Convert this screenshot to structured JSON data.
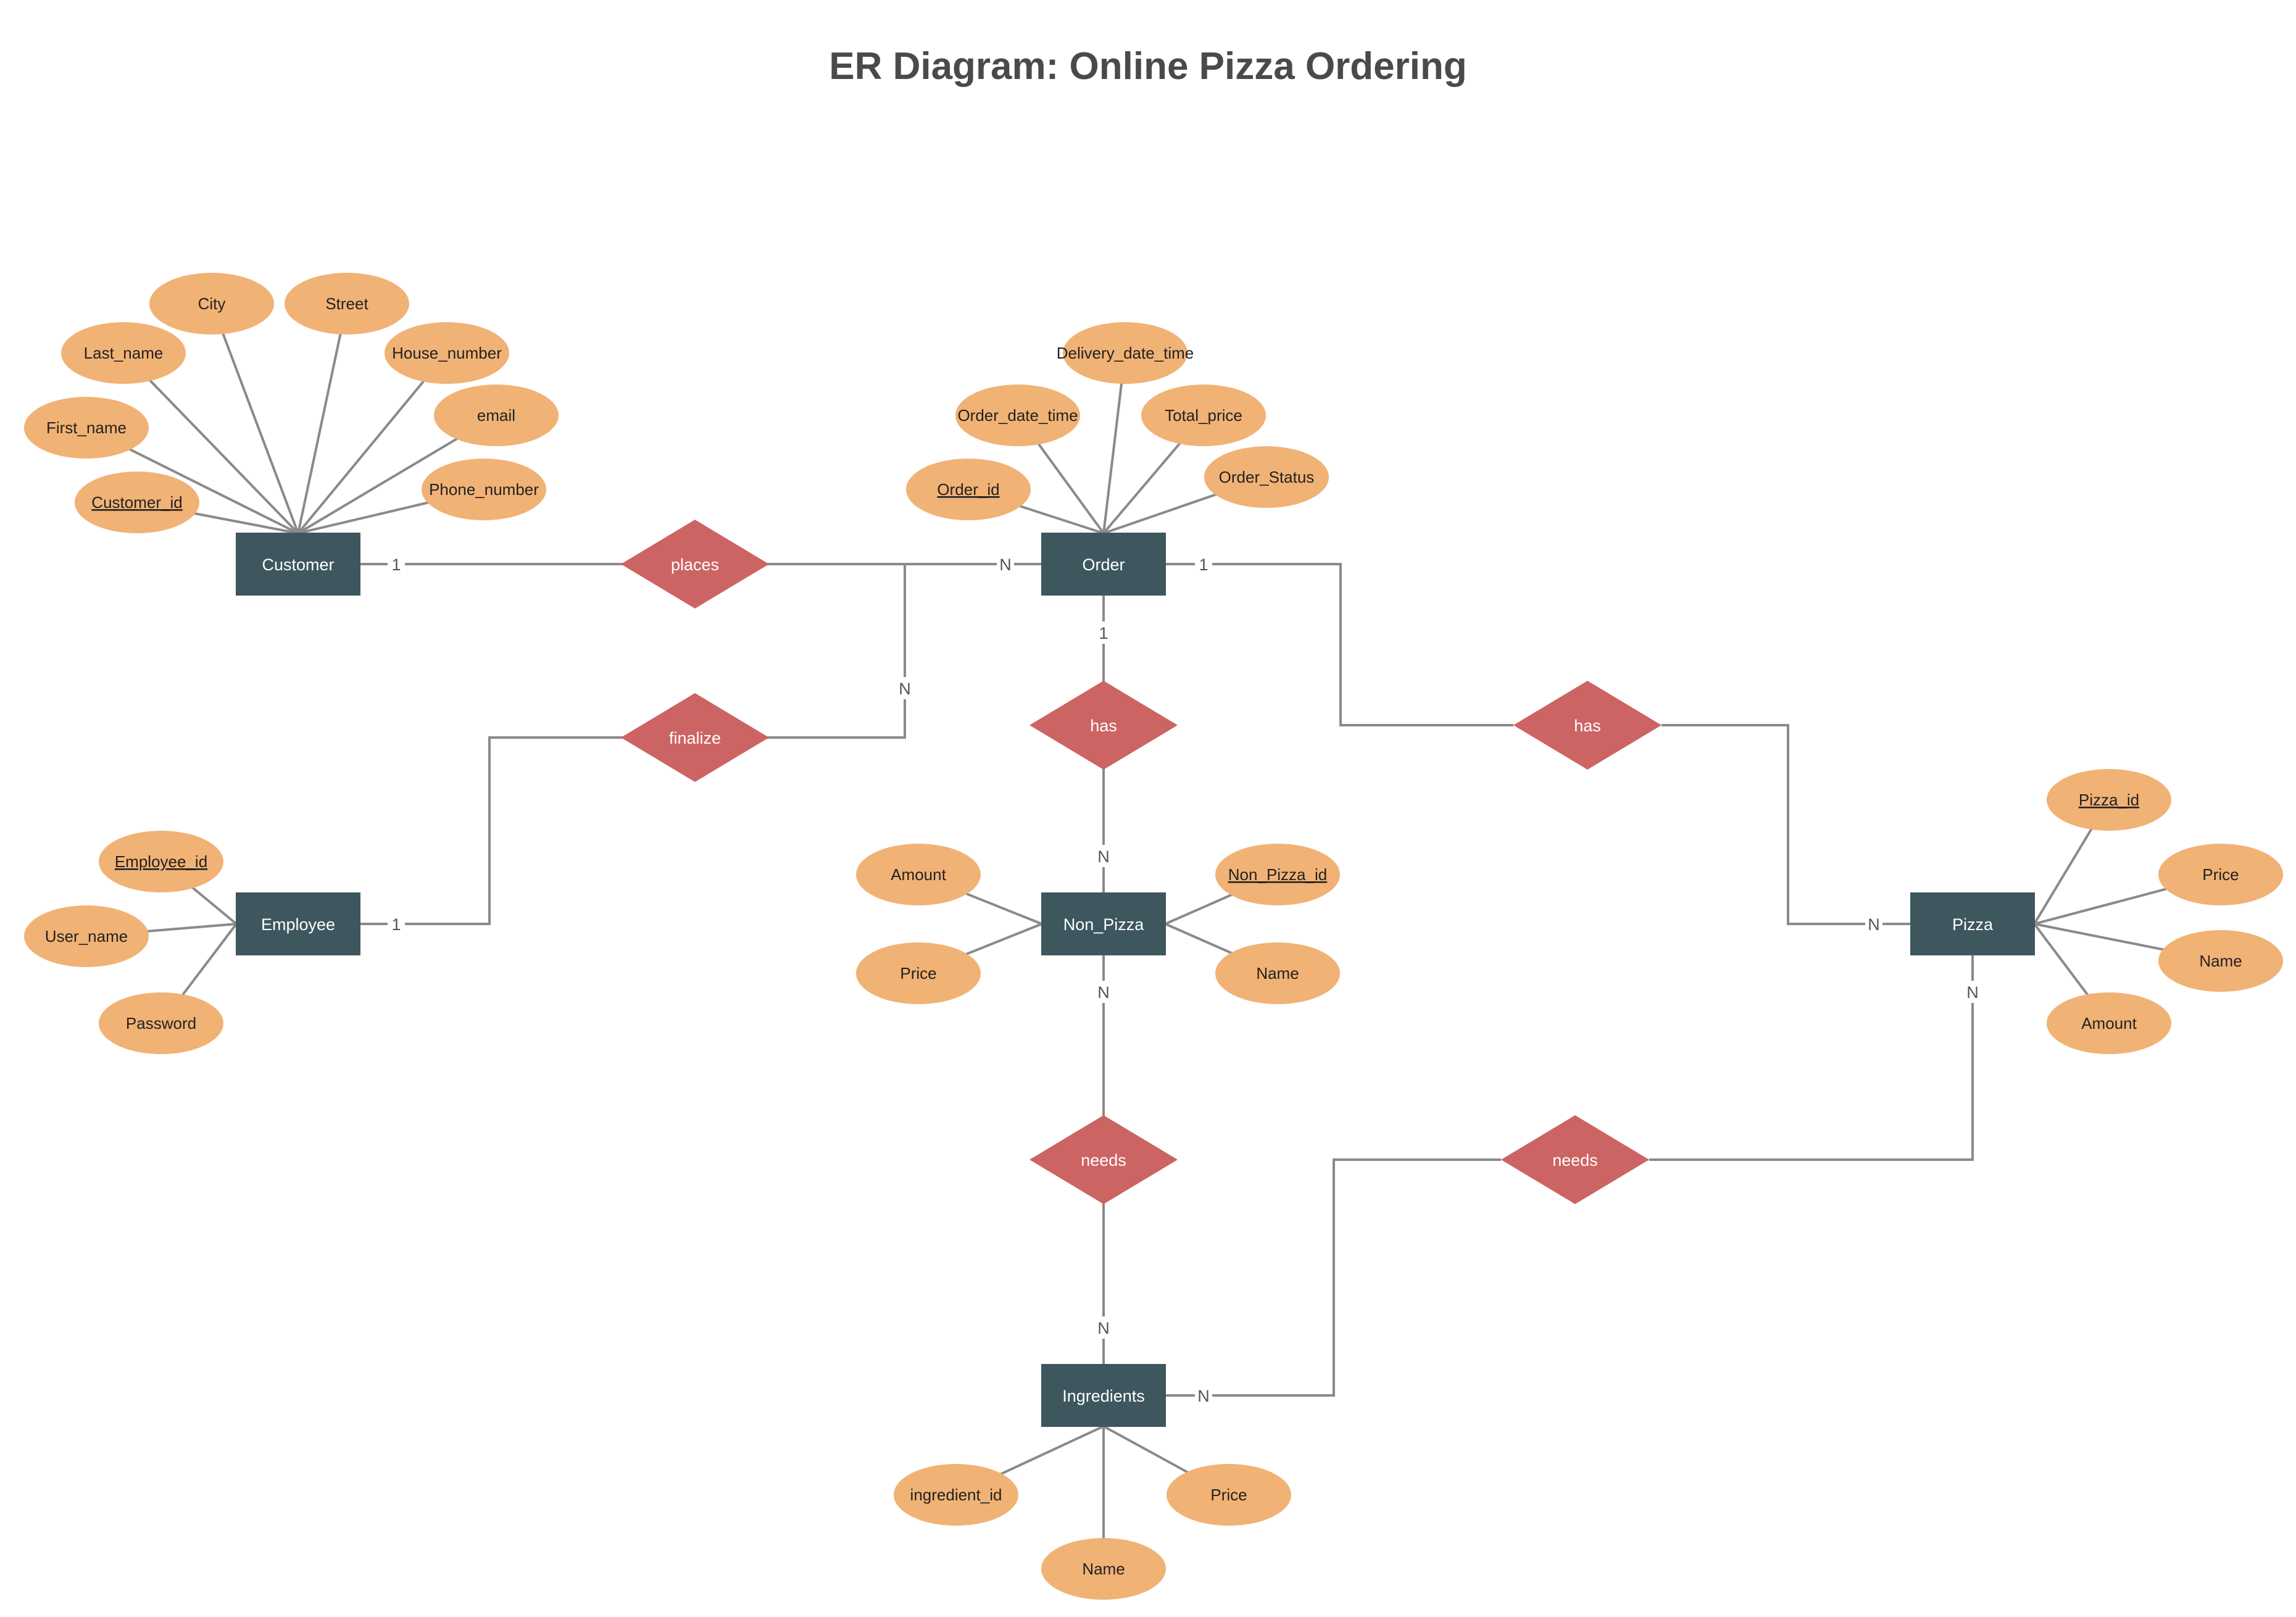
{
  "title": "ER Diagram: Online Pizza Ordering",
  "colors": {
    "entity": "#3e575f",
    "relationship": "#cd6464",
    "attribute": "#f1b275",
    "connector": "#8a8a8a",
    "title": "#4a4a4a"
  },
  "entities": [
    {
      "id": "customer",
      "label": "Customer"
    },
    {
      "id": "order",
      "label": "Order"
    },
    {
      "id": "employee",
      "label": "Employee"
    },
    {
      "id": "non_pizza",
      "label": "Non_Pizza"
    },
    {
      "id": "pizza",
      "label": "Pizza"
    },
    {
      "id": "ingredients",
      "label": "Ingredients"
    }
  ],
  "relationships": [
    {
      "id": "places",
      "label": "places"
    },
    {
      "id": "finalize",
      "label": "finalize"
    },
    {
      "id": "has_order_nonpizza",
      "label": "has"
    },
    {
      "id": "has_order_pizza",
      "label": "has"
    },
    {
      "id": "needs_nonpizza",
      "label": "needs"
    },
    {
      "id": "needs_pizza",
      "label": "needs"
    }
  ],
  "attributes": [
    {
      "id": "a_city",
      "label": "City",
      "entity": "customer",
      "key": false
    },
    {
      "id": "a_street",
      "label": "Street",
      "entity": "customer",
      "key": false
    },
    {
      "id": "a_lastname",
      "label": "Last_name",
      "entity": "customer",
      "key": false
    },
    {
      "id": "a_housenum",
      "label": "House_number",
      "entity": "customer",
      "key": false
    },
    {
      "id": "a_firstname",
      "label": "First_name",
      "entity": "customer",
      "key": false
    },
    {
      "id": "a_email",
      "label": "email",
      "entity": "customer",
      "key": false
    },
    {
      "id": "a_custid",
      "label": "Customer_id",
      "entity": "customer",
      "key": true
    },
    {
      "id": "a_phone",
      "label": "Phone_number",
      "entity": "customer",
      "key": false
    },
    {
      "id": "a_deliv",
      "label": "Delivery_date_time",
      "entity": "order",
      "key": false
    },
    {
      "id": "a_orderdt",
      "label": "Order_date_time",
      "entity": "order",
      "key": false
    },
    {
      "id": "a_total",
      "label": "Total_price",
      "entity": "order",
      "key": false
    },
    {
      "id": "a_orderid",
      "label": "Order_id",
      "entity": "order",
      "key": true
    },
    {
      "id": "a_status",
      "label": "Order_Status",
      "entity": "order",
      "key": false
    },
    {
      "id": "a_empid",
      "label": "Employee_id",
      "entity": "employee",
      "key": true
    },
    {
      "id": "a_username",
      "label": "User_name",
      "entity": "employee",
      "key": false
    },
    {
      "id": "a_password",
      "label": "Password",
      "entity": "employee",
      "key": false
    },
    {
      "id": "a_np_amount",
      "label": "Amount",
      "entity": "non_pizza",
      "key": false
    },
    {
      "id": "a_np_price",
      "label": "Price",
      "entity": "non_pizza",
      "key": false
    },
    {
      "id": "a_np_id",
      "label": "Non_Pizza_id",
      "entity": "non_pizza",
      "key": true
    },
    {
      "id": "a_np_name",
      "label": "Name",
      "entity": "non_pizza",
      "key": false
    },
    {
      "id": "a_pz_id",
      "label": "Pizza_id",
      "entity": "pizza",
      "key": true
    },
    {
      "id": "a_pz_price",
      "label": "Price",
      "entity": "pizza",
      "key": false
    },
    {
      "id": "a_pz_name",
      "label": "Name",
      "entity": "pizza",
      "key": false
    },
    {
      "id": "a_pz_amount",
      "label": "Amount",
      "entity": "pizza",
      "key": false
    },
    {
      "id": "a_ing_id",
      "label": "ingredient_id",
      "entity": "ingredients",
      "key": false
    },
    {
      "id": "a_ing_price",
      "label": "Price",
      "entity": "ingredients",
      "key": false
    },
    {
      "id": "a_ing_name",
      "label": "Name",
      "entity": "ingredients",
      "key": false
    }
  ],
  "links": [
    {
      "from": "customer",
      "via": "places",
      "to": "order",
      "from_card": "1",
      "to_card": "N"
    },
    {
      "from": "employee",
      "via": "finalize",
      "to": "order",
      "from_card": "1",
      "to_card": "N"
    },
    {
      "from": "order",
      "via": "has_order_nonpizza",
      "to": "non_pizza",
      "from_card": "1",
      "to_card": "N"
    },
    {
      "from": "order",
      "via": "has_order_pizza",
      "to": "pizza",
      "from_card": "1",
      "to_card": "N"
    },
    {
      "from": "non_pizza",
      "via": "needs_nonpizza",
      "to": "ingredients",
      "from_card": "N",
      "to_card": "N"
    },
    {
      "from": "pizza",
      "via": "needs_pizza",
      "to": "ingredients",
      "from_card": "N",
      "to_card": "N"
    }
  ]
}
